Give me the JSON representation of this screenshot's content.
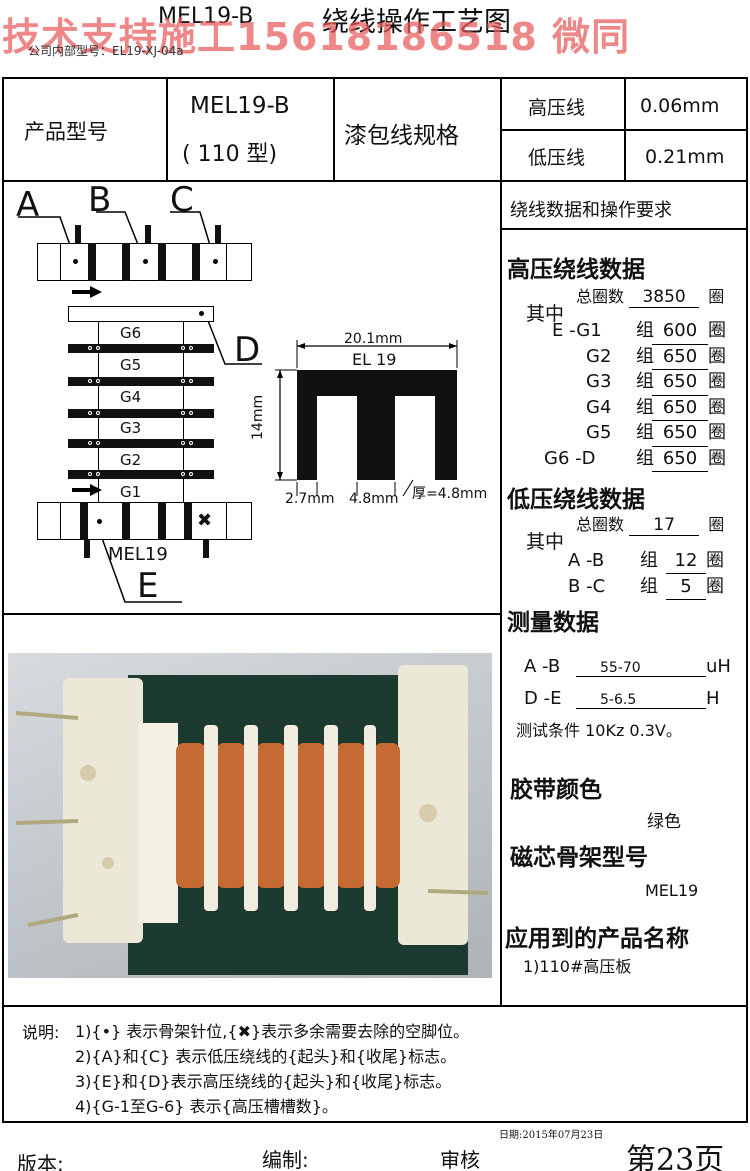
{
  "header": {
    "title_left": "MEL19-B",
    "title_center": "绕线操作工艺图",
    "watermark": "技术支持施工15618186518 微同",
    "internal_model_label": "公司内部型号：",
    "internal_model_value": "EL19-XJ-04a"
  },
  "spec_table": {
    "product_model_label": "产品型号",
    "product_model_line1": "MEL19-B",
    "product_model_line2": "( 110 型)",
    "wire_spec_label": "漆包线规格",
    "hv_label": "高压线",
    "hv_value": "0.06mm",
    "lv_label": "低压线",
    "lv_value": "0.21mm"
  },
  "diagram": {
    "label_a": "A",
    "label_b": "B",
    "label_c": "C",
    "label_d": "D",
    "label_e": "E",
    "grooves": [
      "G6",
      "G5",
      "G4",
      "G3",
      "G2",
      "G1"
    ],
    "bottom_label": "MEL19",
    "core": {
      "width_label": "20.1mm",
      "name": "EL 19",
      "height_label": "14mm",
      "leg_label": "2.7mm",
      "center_label": "4.8mm",
      "thickness_label": "厚=4.8mm"
    }
  },
  "right_panel": {
    "section_title": "绕线数据和操作要求",
    "hv": {
      "heading": "高压绕线数据",
      "total_label": "总圈数",
      "total_value": "3850",
      "total_unit": "圈",
      "among_label": "其中",
      "rows": [
        {
          "name": "E -G1",
          "group": "组",
          "value": "600",
          "unit": "圈"
        },
        {
          "name": "G2",
          "group": "组",
          "value": "650",
          "unit": "圈"
        },
        {
          "name": "G3",
          "group": "组",
          "value": "650",
          "unit": "圈"
        },
        {
          "name": "G4",
          "group": "组",
          "value": "650",
          "unit": "圈"
        },
        {
          "name": "G5",
          "group": "组",
          "value": "650",
          "unit": "圈"
        },
        {
          "name": "G6 -D",
          "group": "组",
          "value": "650",
          "unit": "圈"
        }
      ]
    },
    "lv": {
      "heading": "低压绕线数据",
      "total_label": "总圈数",
      "total_value": "17",
      "total_unit": "圈",
      "among_label": "其中",
      "rows": [
        {
          "name": "A -B",
          "group": "组",
          "value": "12",
          "unit": "圈"
        },
        {
          "name": "B -C",
          "group": "组",
          "value": "5",
          "unit": "圈"
        }
      ]
    },
    "measure": {
      "heading": "测量数据",
      "rows": [
        {
          "name": "A -B",
          "value": "55-70",
          "unit": "uH"
        },
        {
          "name": "D -E",
          "value": "5-6.5",
          "unit": "H"
        }
      ],
      "condition": "测试条件 10Kz 0.3V。"
    },
    "tape": {
      "heading": "胶带颜色",
      "value": "绿色"
    },
    "bobbin": {
      "heading": "磁芯骨架型号",
      "value": "MEL19"
    },
    "application": {
      "heading": "应用到的产品名称",
      "value": "1)110#高压板"
    }
  },
  "notes": {
    "prefix": "说明:",
    "lines": [
      "1){•}  表示骨架针位,{✖}表示多余需要去除的空脚位。",
      "2){A}和{C} 表示低压绕线的{起头}和{收尾}标志。",
      "3){E}和{D}表示高压绕线的{起头}和{收尾}标志。",
      "4){G-1至G-6} 表示{高压槽槽数}。"
    ]
  },
  "footer": {
    "date": "日期:2015年07月23日",
    "version_label": "版本:",
    "editor_label": "编制:",
    "reviewer_label": "审核",
    "page": "第23页"
  }
}
